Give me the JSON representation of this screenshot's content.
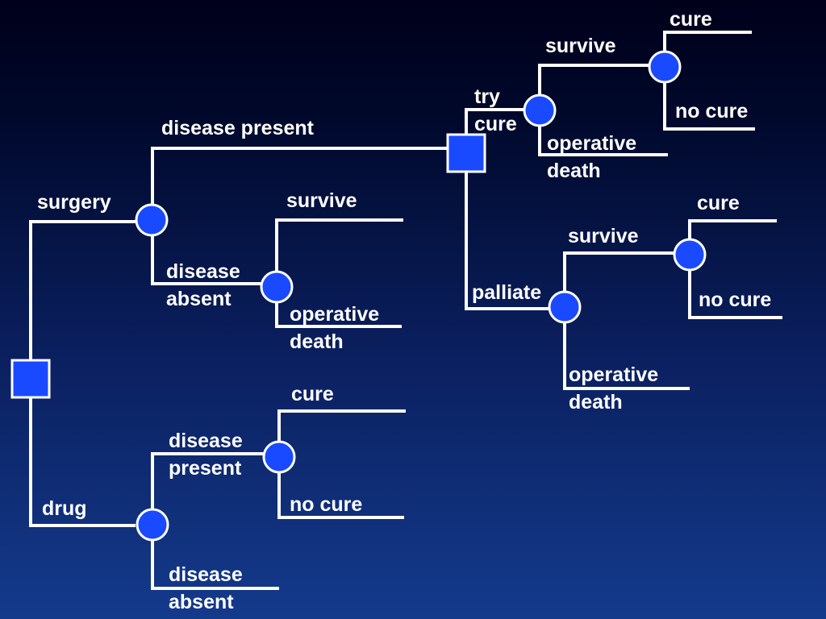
{
  "diagram": {
    "colors": {
      "node_fill": "#1a4aff",
      "line": "#ffffff"
    },
    "decision_nodes": [
      {
        "id": "root-decision"
      },
      {
        "id": "disease-present-decision"
      }
    ],
    "chance_nodes": [
      {
        "id": "surgery"
      },
      {
        "id": "surgery-disease-absent"
      },
      {
        "id": "try-cure"
      },
      {
        "id": "try-cure-survive"
      },
      {
        "id": "palliate"
      },
      {
        "id": "palliate-survive"
      },
      {
        "id": "drug"
      },
      {
        "id": "drug-disease-present"
      }
    ],
    "labels": {
      "surgery": [
        "surgery"
      ],
      "drug": [
        "drug"
      ],
      "surgery_disease_present": [
        "disease present"
      ],
      "surgery_disease_absent": [
        "disease",
        "absent"
      ],
      "absent_survive": [
        "survive"
      ],
      "absent_operative_death": [
        "operative",
        "death"
      ],
      "try_cure": [
        "try",
        "cure"
      ],
      "try_cure_survive": [
        "survive"
      ],
      "try_cure_cure": [
        "cure"
      ],
      "try_cure_no_cure": [
        "no cure"
      ],
      "try_cure_operative_death": [
        "operative",
        "death"
      ],
      "palliate": [
        "palliate"
      ],
      "palliate_survive": [
        "survive"
      ],
      "palliate_cure": [
        "cure"
      ],
      "palliate_no_cure": [
        "no cure"
      ],
      "palliate_operative_death": [
        "operative",
        "death"
      ],
      "drug_disease_present": [
        "disease",
        "present"
      ],
      "drug_cure": [
        "cure"
      ],
      "drug_no_cure": [
        "no cure"
      ],
      "drug_disease_absent": [
        "disease",
        "absent"
      ]
    }
  }
}
